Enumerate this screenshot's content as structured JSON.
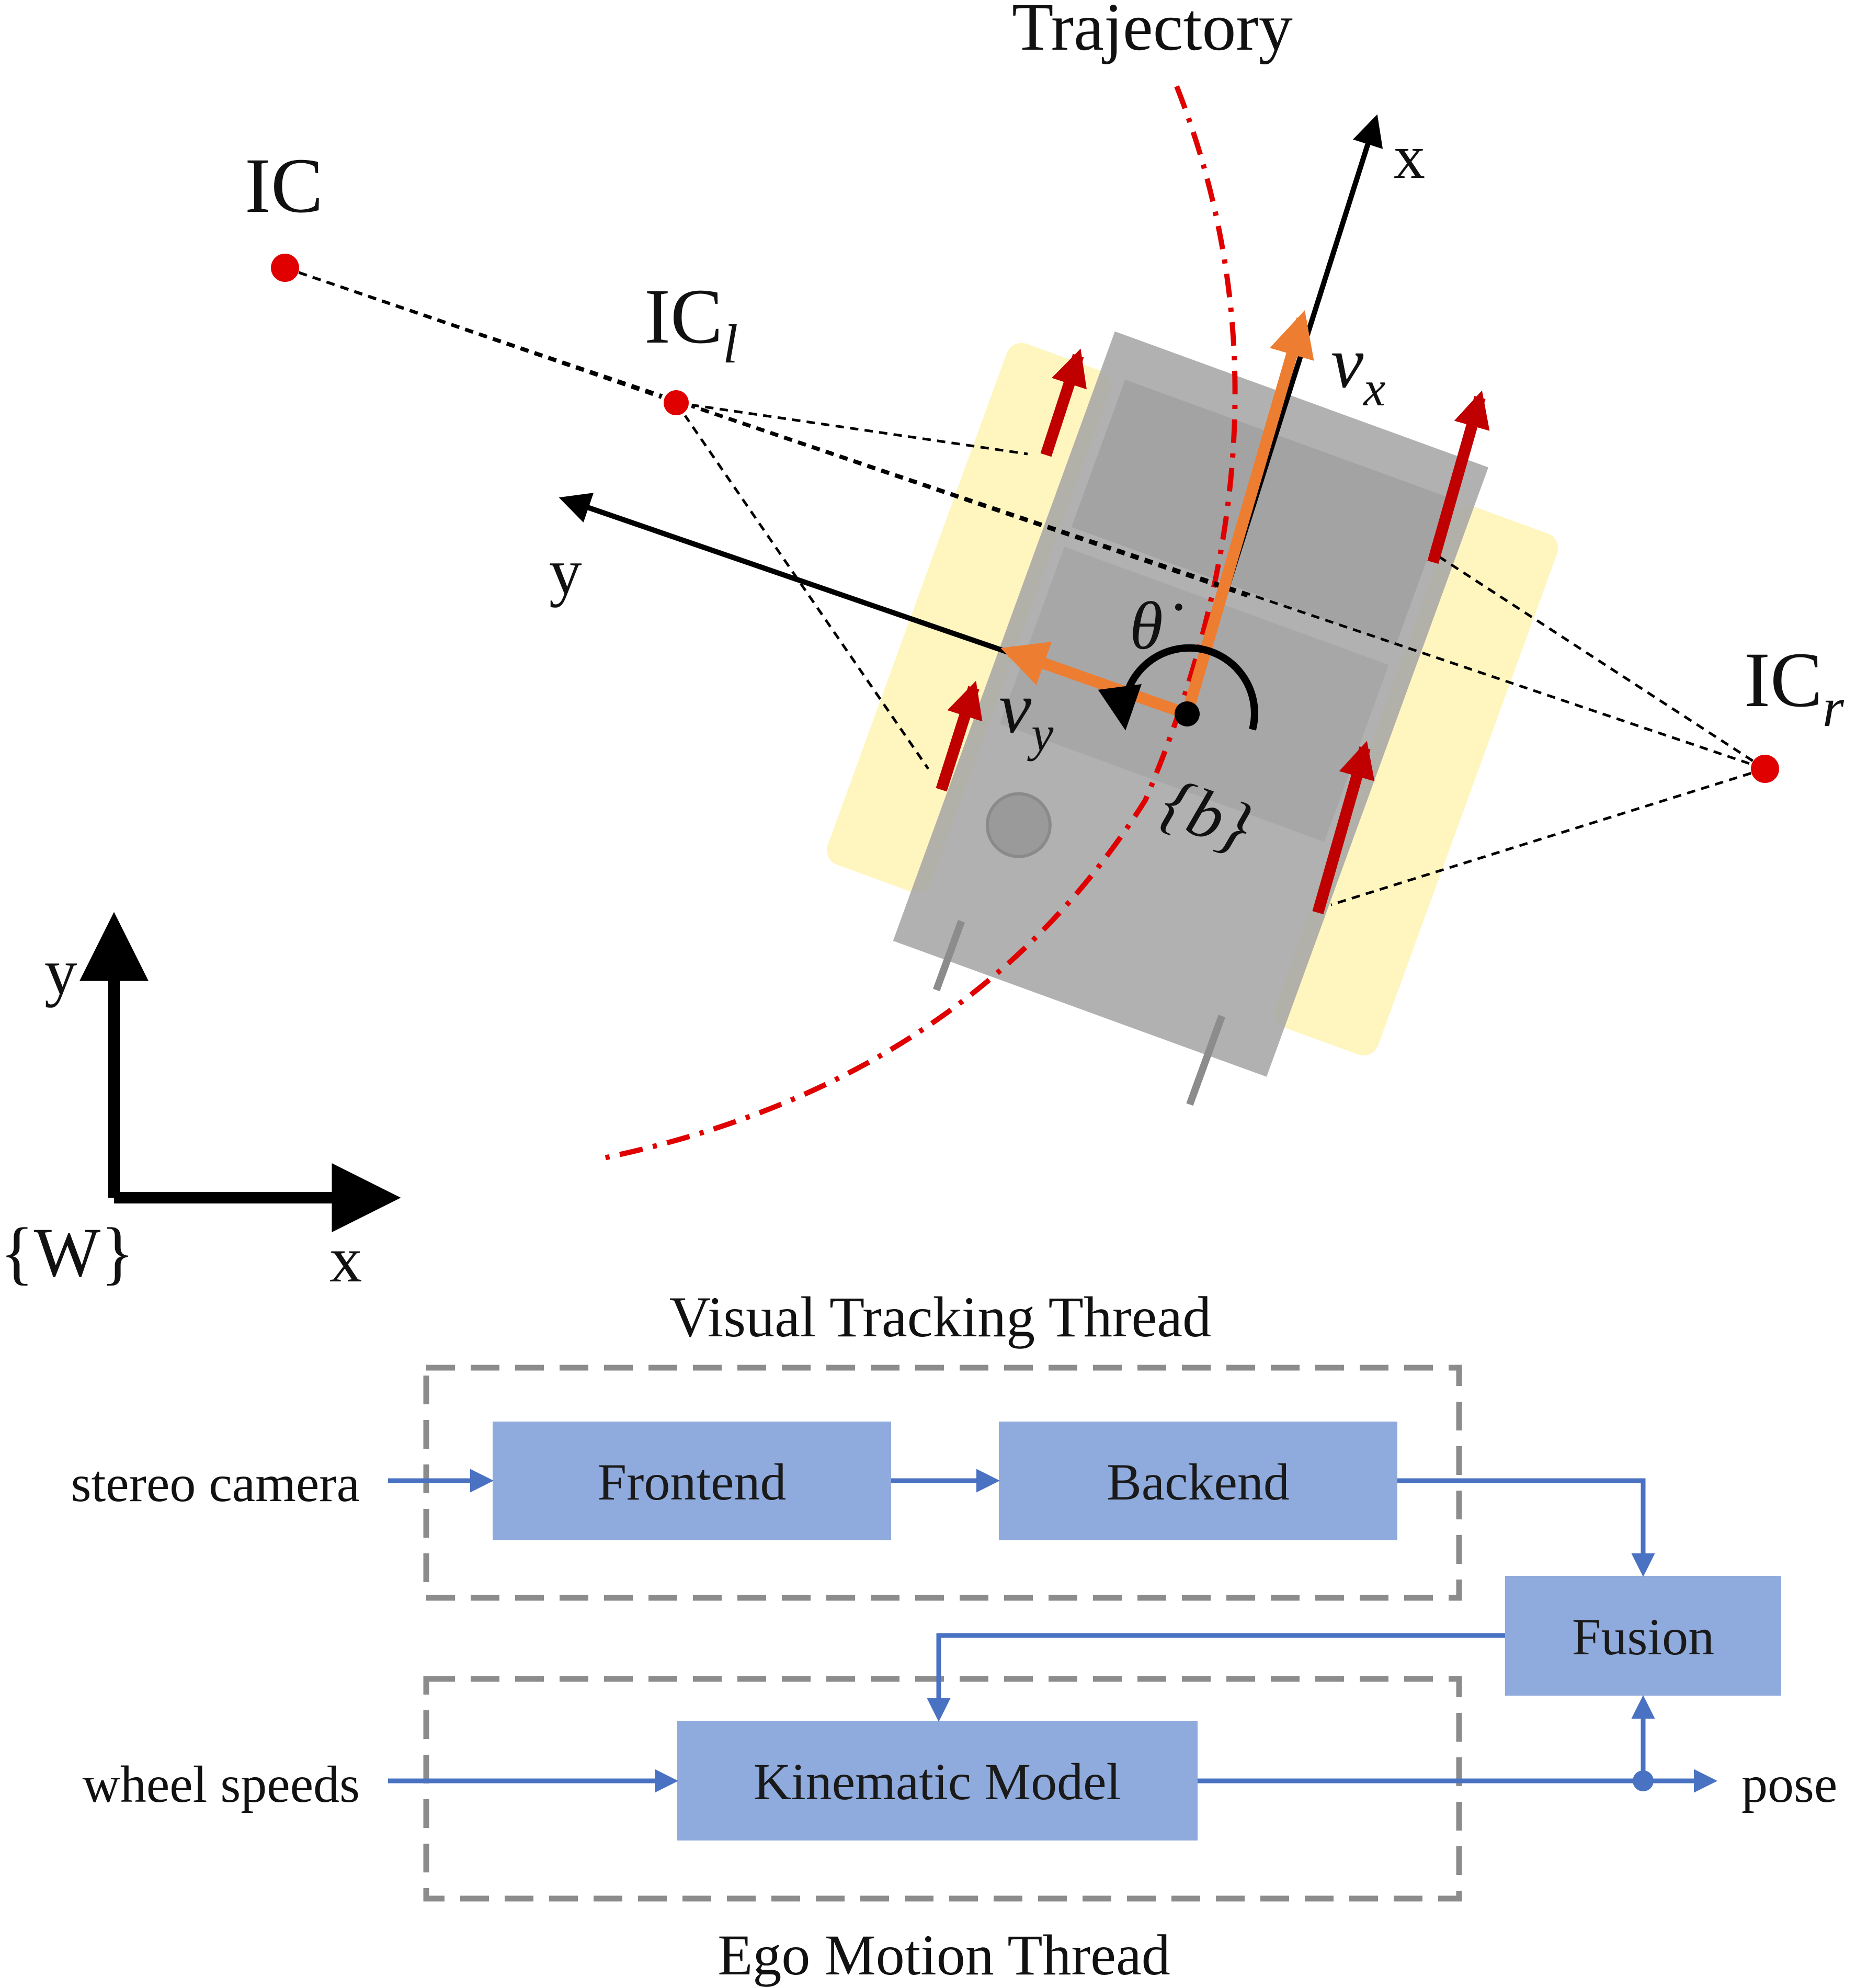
{
  "kinematics": {
    "trajectory_label": "Trajectory",
    "ic_label": "IC",
    "ic_left": {
      "base": "IC",
      "sub": "l"
    },
    "ic_right": {
      "base": "IC",
      "sub": "r"
    },
    "body_x_label": "x",
    "body_y_label": "y",
    "vx_label": {
      "base": "v",
      "sub": "x"
    },
    "vy_label": {
      "base": "v",
      "sub": "y"
    },
    "theta_dot_label": "θ̇",
    "body_frame_label": "{b}",
    "world_x_label": "x",
    "world_y_label": "y",
    "world_frame_label": "{W}"
  },
  "pipeline": {
    "visual_thread_label": "Visual Tracking Thread",
    "ego_thread_label": "Ego Motion Thread",
    "input_camera": "stereo camera",
    "input_wheels": "wheel speeds",
    "output_pose": "pose",
    "boxes": {
      "frontend": "Frontend",
      "backend": "Backend",
      "fusion": "Fusion",
      "kinematic": "Kinematic Model"
    }
  },
  "colors": {
    "box_fill": "#8faadc",
    "flow_arrow": "#4a72c2",
    "thread_border": "#8c8c8c",
    "velocity_arrow": "#ed7d31",
    "wheel_arrow": "#c00000",
    "ic_point": "#e00000",
    "trajectory": "#e00000",
    "robot_body": "#a6a6a6",
    "wheel": "#fff2a8"
  }
}
